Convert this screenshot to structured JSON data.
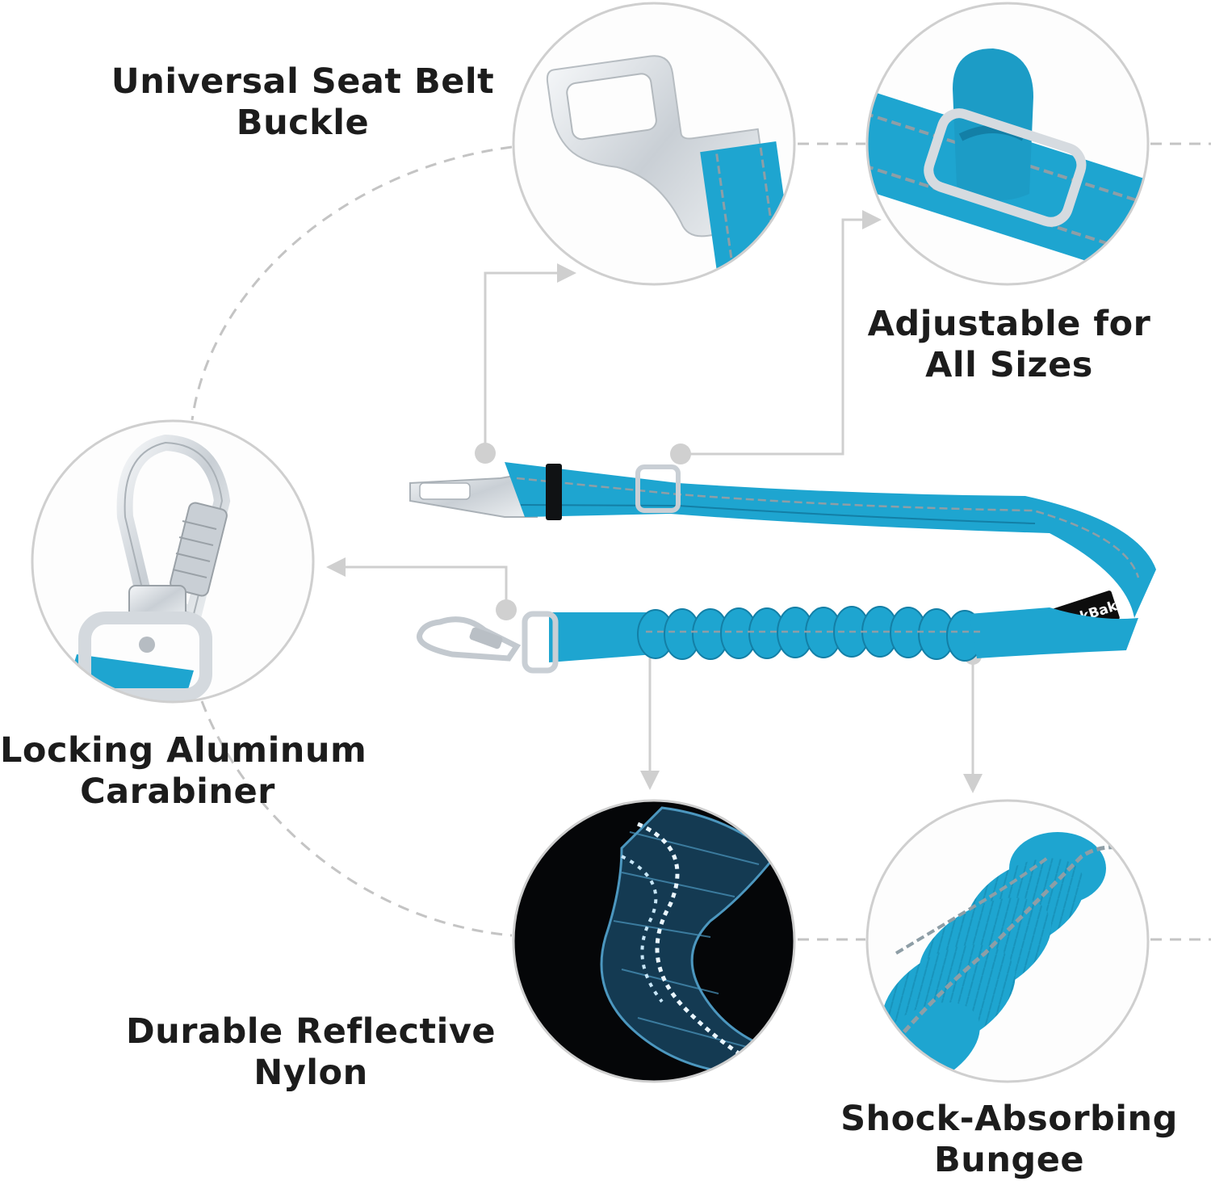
{
  "features": {
    "seat_belt_buckle": {
      "line1": "Universal Seat Belt",
      "line2": "Buckle"
    },
    "adjustable": {
      "line1": "Adjustable for",
      "line2": "All Sizes"
    },
    "carabiner": {
      "line1": "Locking Aluminum",
      "line2": "Carabiner"
    },
    "reflective_nylon": {
      "line1": "Durable Reflective",
      "line2": "Nylon"
    },
    "bungee": {
      "line1": "Shock-Absorbing",
      "line2": "Bungee"
    }
  },
  "brand": {
    "tag_text": "APakBak"
  },
  "colors": {
    "strap_blue": "#1ea5d0",
    "strap_blue_dark": "#137fa6",
    "stitch_gray": "#8e9ea6",
    "metal_silver": "#d8dde2",
    "dash_gray": "#c4c4c4",
    "arrow_gray": "#cfcfcf",
    "label_text": "#1c1c1c",
    "night_bg": "#050608"
  }
}
